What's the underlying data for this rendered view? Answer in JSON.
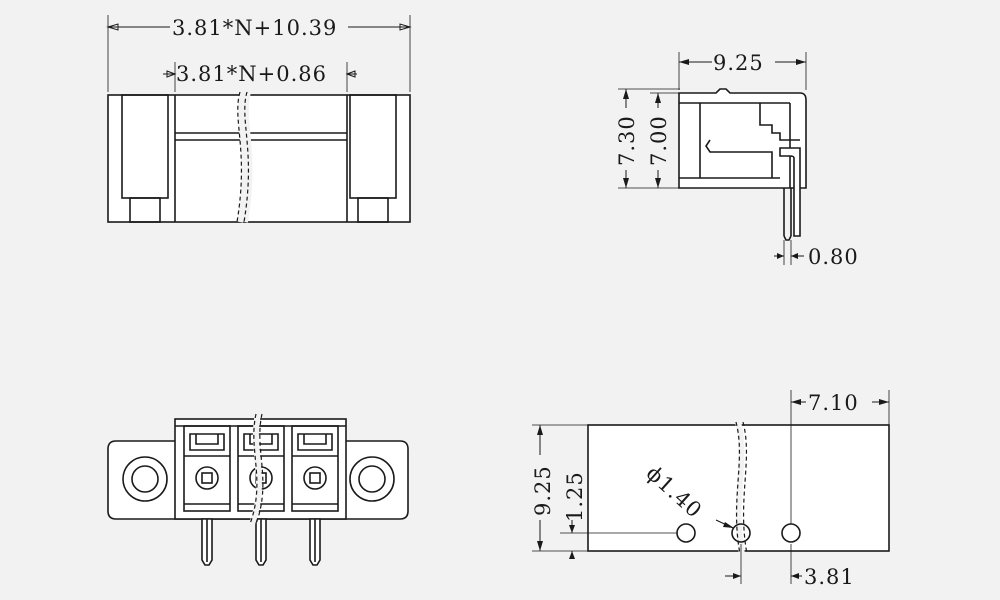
{
  "dimensions": {
    "overall_length": "3.81*N+10.39",
    "inner_length": "3.81*N+0.86",
    "depth": "9.25",
    "height_outer": "7.30",
    "height_inner": "7.00",
    "pin_width": "0.80",
    "bottom_right_offset": "7.10",
    "row_height": "9.25",
    "hole_offset": "1.25",
    "hole_diameter": "ϕ1.40",
    "pitch": "3.81"
  },
  "colors": {
    "background": "#f2f2f2",
    "line": "#1a1a1a",
    "body_fill": "#ffffff"
  }
}
